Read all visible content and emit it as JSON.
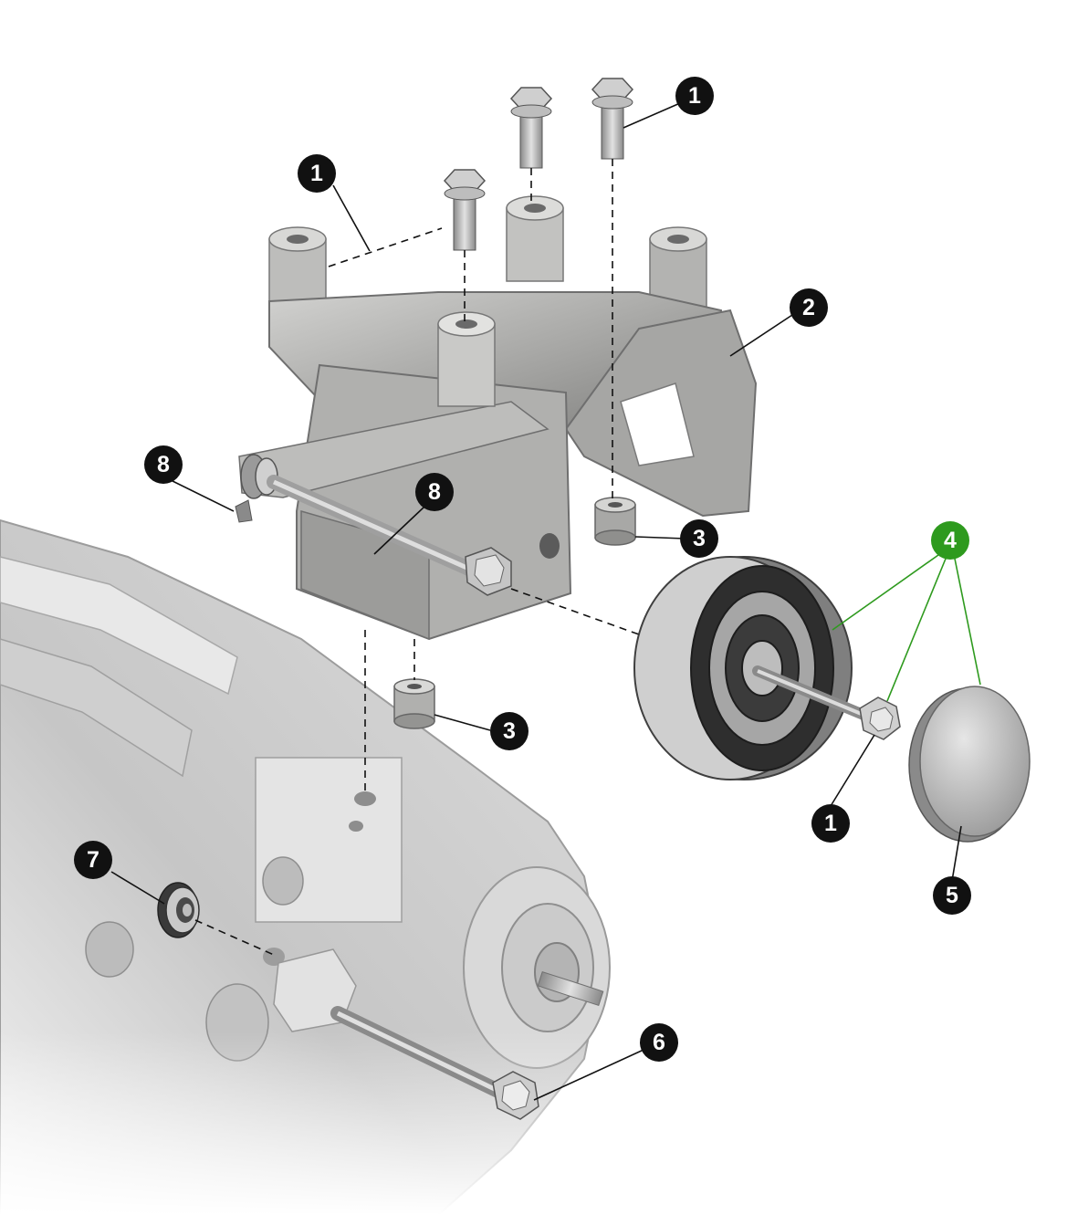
{
  "diagram": {
    "type": "exploded-parts-diagram",
    "colors": {
      "callout_default": "#111111",
      "callout_highlight": "#2e9a1e",
      "leader_default": "#111111",
      "leader_highlight": "#2e9a1e",
      "part_metal": "#b8b8b6",
      "engine_block": "#d6d6d6"
    },
    "callouts": [
      {
        "id": "c1a",
        "label": "1",
        "highlight": false
      },
      {
        "id": "c1b",
        "label": "1",
        "highlight": false
      },
      {
        "id": "c2",
        "label": "2",
        "highlight": false
      },
      {
        "id": "c8a",
        "label": "8",
        "highlight": false
      },
      {
        "id": "c8b",
        "label": "8",
        "highlight": false
      },
      {
        "id": "c3a",
        "label": "3",
        "highlight": false
      },
      {
        "id": "c3b",
        "label": "3",
        "highlight": false
      },
      {
        "id": "c4",
        "label": "4",
        "highlight": true
      },
      {
        "id": "c1c",
        "label": "1",
        "highlight": false
      },
      {
        "id": "c5",
        "label": "5",
        "highlight": false
      },
      {
        "id": "c7",
        "label": "7",
        "highlight": false
      },
      {
        "id": "c6",
        "label": "6",
        "highlight": false
      }
    ]
  }
}
